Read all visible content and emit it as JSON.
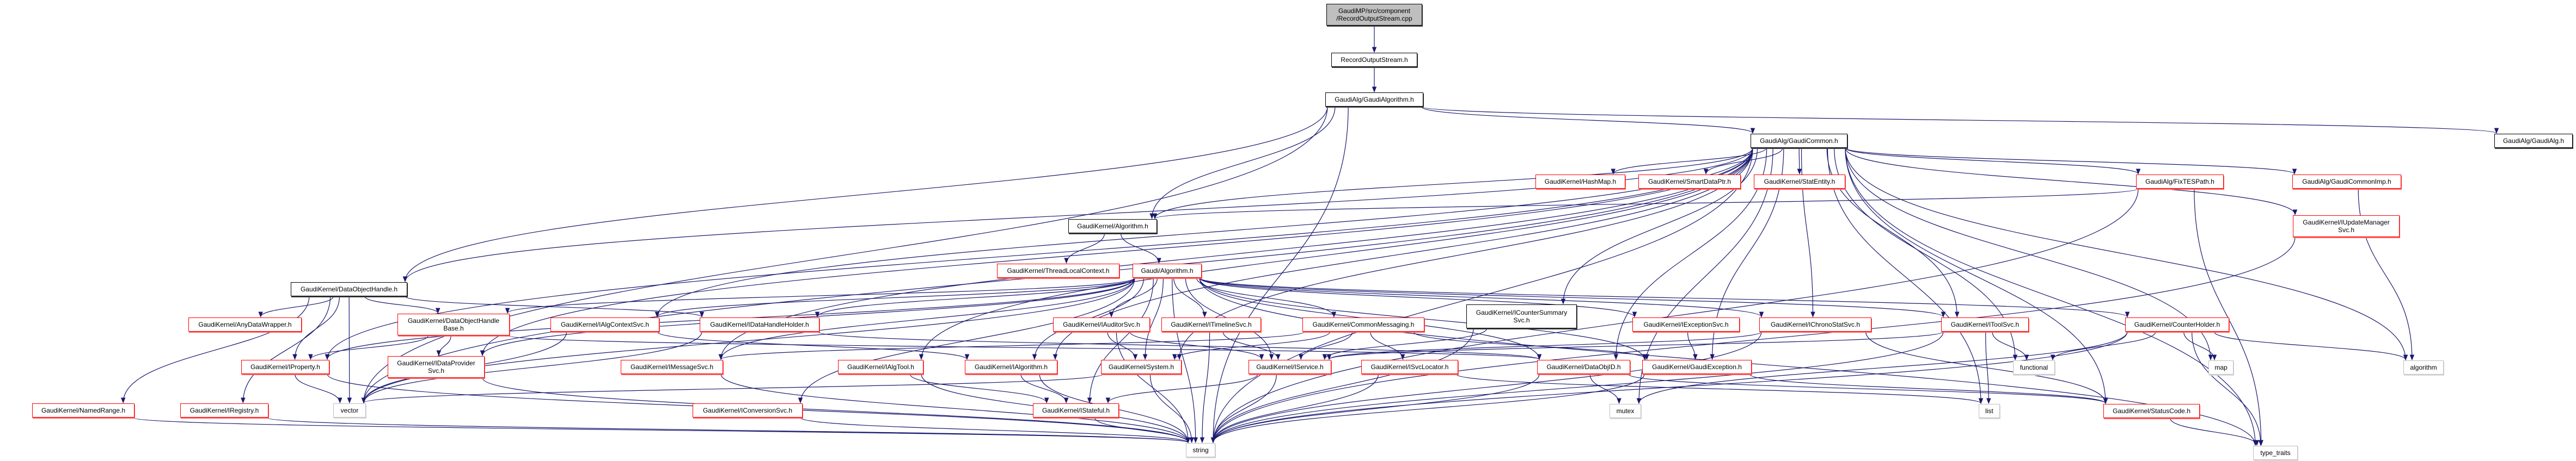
{
  "graph": {
    "title": "Include dependency graph for RecordOutputStream.cpp",
    "edge_color": "#191970",
    "node_style_colors": {
      "root_fill": "#bfbfbf",
      "documented_border": "#000000",
      "undocumented_border": "#ff0000",
      "system_border": "#bfbfbf"
    },
    "nodes": [
      {
        "id": "root",
        "label": "GaudiMP/src/component\n/RecordOutputStream.cpp",
        "style": "root"
      },
      {
        "id": "ros",
        "label": "RecordOutputStream.h",
        "style": "doc"
      },
      {
        "id": "galgo",
        "label": "GaudiAlg/GaudiAlgorithm.h",
        "style": "doc"
      },
      {
        "id": "gcommon",
        "label": "GaudiAlg/GaudiCommon.h",
        "style": "doc"
      },
      {
        "id": "gaudialg",
        "label": "GaudiAlg/GaudiAlg.h",
        "style": "doc"
      },
      {
        "id": "hashmap",
        "label": "GaudiKernel/HashMap.h",
        "style": "red"
      },
      {
        "id": "smartptr",
        "label": "GaudiKernel/SmartDataPtr.h",
        "style": "red"
      },
      {
        "id": "statentity",
        "label": "GaudiKernel/StatEntity.h",
        "style": "red"
      },
      {
        "id": "fixtes",
        "label": "GaudiAlg/FixTESPath.h",
        "style": "red"
      },
      {
        "id": "gcimp",
        "label": "GaudiAlg/GaudiCommonImp.h",
        "style": "red"
      },
      {
        "id": "iupdmgr",
        "label": "GaudiKernel/IUpdateManager\nSvc.h",
        "style": "red"
      },
      {
        "id": "kalgo",
        "label": "GaudiKernel/Algorithm.h",
        "style": "doc"
      },
      {
        "id": "tlc",
        "label": "GaudiKernel/ThreadLocalContext.h",
        "style": "red"
      },
      {
        "id": "galgorithm",
        "label": "Gaudi/Algorithm.h",
        "style": "red"
      },
      {
        "id": "doh",
        "label": "GaudiKernel/DataObjectHandle.h",
        "style": "doc"
      },
      {
        "id": "anydw",
        "label": "GaudiKernel/AnyDataWrapper.h",
        "style": "red"
      },
      {
        "id": "dohb",
        "label": "GaudiKernel/DataObjectHandle\nBase.h",
        "style": "red"
      },
      {
        "id": "iacs",
        "label": "GaudiKernel/IAlgContextSvc.h",
        "style": "red"
      },
      {
        "id": "idhh",
        "label": "GaudiKernel/IDataHandleHolder.h",
        "style": "red"
      },
      {
        "id": "iaud",
        "label": "GaudiKernel/IAuditorSvc.h",
        "style": "red"
      },
      {
        "id": "itl",
        "label": "GaudiKernel/ITimelineSvc.h",
        "style": "red"
      },
      {
        "id": "cmsg",
        "label": "GaudiKernel/CommonMessaging.h",
        "style": "red"
      },
      {
        "id": "icss",
        "label": "GaudiKernel/ICounterSummary\nSvc.h",
        "style": "doc"
      },
      {
        "id": "iexc",
        "label": "GaudiKernel/IExceptionSvc.h",
        "style": "red"
      },
      {
        "id": "ichrono",
        "label": "GaudiKernel/IChronoStatSvc.h",
        "style": "red"
      },
      {
        "id": "itool",
        "label": "GaudiKernel/IToolSvc.h",
        "style": "red"
      },
      {
        "id": "cholder",
        "label": "GaudiKernel/CounterHolder.h",
        "style": "red"
      },
      {
        "id": "iprop",
        "label": "GaudiKernel/IProperty.h",
        "style": "red"
      },
      {
        "id": "idps",
        "label": "GaudiKernel/IDataProvider\nSvc.h",
        "style": "red"
      },
      {
        "id": "imsg",
        "label": "GaudiKernel/IMessageSvc.h",
        "style": "red"
      },
      {
        "id": "ialgtool",
        "label": "GaudiKernel/IAlgTool.h",
        "style": "red"
      },
      {
        "id": "ialgorithm",
        "label": "GaudiKernel/IAlgorithm.h",
        "style": "red"
      },
      {
        "id": "system",
        "label": "GaudiKernel/System.h",
        "style": "red"
      },
      {
        "id": "iservice",
        "label": "GaudiKernel/IService.h",
        "style": "red"
      },
      {
        "id": "isvcloc",
        "label": "GaudiKernel/ISvcLocator.h",
        "style": "red"
      },
      {
        "id": "dataobjid",
        "label": "GaudiKernel/DataObjID.h",
        "style": "red"
      },
      {
        "id": "gexc",
        "label": "GaudiKernel/GaudiException.h",
        "style": "red"
      },
      {
        "id": "functional",
        "label": "functional",
        "style": "sys"
      },
      {
        "id": "map",
        "label": "map",
        "style": "sys"
      },
      {
        "id": "algorithm",
        "label": "algorithm",
        "style": "sys"
      },
      {
        "id": "namedrange",
        "label": "GaudiKernel/NamedRange.h",
        "style": "red"
      },
      {
        "id": "iregistry",
        "label": "GaudiKernel/IRegistry.h",
        "style": "red"
      },
      {
        "id": "vector",
        "label": "vector",
        "style": "sys"
      },
      {
        "id": "iconv",
        "label": "GaudiKernel/IConversionSvc.h",
        "style": "red"
      },
      {
        "id": "istateful",
        "label": "GaudiKernel/IStateful.h",
        "style": "red"
      },
      {
        "id": "mutex",
        "label": "mutex",
        "style": "sys"
      },
      {
        "id": "list",
        "label": "list",
        "style": "sys"
      },
      {
        "id": "statuscode",
        "label": "GaudiKernel/StatusCode.h",
        "style": "red"
      },
      {
        "id": "string",
        "label": "string",
        "style": "sys"
      },
      {
        "id": "typetraits",
        "label": "type_traits",
        "style": "sys"
      }
    ],
    "edges": [
      [
        "root",
        "ros"
      ],
      [
        "ros",
        "galgo"
      ],
      [
        "galgo",
        "gcommon"
      ],
      [
        "galgo",
        "gaudialg"
      ],
      [
        "galgo",
        "kalgo"
      ],
      [
        "galgo",
        "doh"
      ],
      [
        "galgo",
        "vector"
      ],
      [
        "galgo",
        "string"
      ],
      [
        "gcommon",
        "hashmap"
      ],
      [
        "gcommon",
        "smartptr"
      ],
      [
        "gcommon",
        "statentity"
      ],
      [
        "gcommon",
        "fixtes"
      ],
      [
        "gcommon",
        "gcimp"
      ],
      [
        "gcommon",
        "iupdmgr"
      ],
      [
        "gcommon",
        "kalgo"
      ],
      [
        "gcommon",
        "doh"
      ],
      [
        "gcommon",
        "iacs"
      ],
      [
        "gcommon",
        "icss"
      ],
      [
        "gcommon",
        "ichrono"
      ],
      [
        "gcommon",
        "itool"
      ],
      [
        "gcommon",
        "imsg"
      ],
      [
        "gcommon",
        "ialgtool"
      ],
      [
        "gcommon",
        "ialgorithm"
      ],
      [
        "gcommon",
        "system"
      ],
      [
        "gcommon",
        "iprop"
      ],
      [
        "gcommon",
        "dataobjid"
      ],
      [
        "gcommon",
        "gexc"
      ],
      [
        "gcommon",
        "functional"
      ],
      [
        "gcommon",
        "map"
      ],
      [
        "gcommon",
        "algorithm"
      ],
      [
        "gcommon",
        "list"
      ],
      [
        "gcommon",
        "mutex"
      ],
      [
        "gcommon",
        "vector"
      ],
      [
        "gcommon",
        "string"
      ],
      [
        "gcommon",
        "typetraits"
      ],
      [
        "gcommon",
        "statuscode"
      ],
      [
        "gcommon",
        "idps"
      ],
      [
        "fixtes",
        "kalgo"
      ],
      [
        "fixtes",
        "string"
      ],
      [
        "fixtes",
        "typetraits"
      ],
      [
        "gcimp",
        "algorithm"
      ],
      [
        "iupdmgr",
        "string"
      ],
      [
        "kalgo",
        "tlc"
      ],
      [
        "kalgo",
        "galgorithm"
      ],
      [
        "galgorithm",
        "iacs"
      ],
      [
        "galgorithm",
        "idhh"
      ],
      [
        "galgorithm",
        "iaud"
      ],
      [
        "galgorithm",
        "itl"
      ],
      [
        "galgorithm",
        "cmsg"
      ],
      [
        "galgorithm",
        "iexc"
      ],
      [
        "galgorithm",
        "ichrono"
      ],
      [
        "galgorithm",
        "itool"
      ],
      [
        "galgorithm",
        "cholder"
      ],
      [
        "galgorithm",
        "iprop"
      ],
      [
        "galgorithm",
        "idps"
      ],
      [
        "galgorithm",
        "imsg"
      ],
      [
        "galgorithm",
        "ialgorithm"
      ],
      [
        "galgorithm",
        "system"
      ],
      [
        "galgorithm",
        "iservice"
      ],
      [
        "galgorithm",
        "dataobjid"
      ],
      [
        "galgorithm",
        "gexc"
      ],
      [
        "galgorithm",
        "iconv"
      ],
      [
        "galgorithm",
        "istateful"
      ],
      [
        "galgorithm",
        "string"
      ],
      [
        "galgorithm",
        "vector"
      ],
      [
        "galgorithm",
        "typetraits"
      ],
      [
        "galgorithm",
        "dohb"
      ],
      [
        "doh",
        "anydw"
      ],
      [
        "doh",
        "dohb"
      ],
      [
        "doh",
        "idhh"
      ],
      [
        "doh",
        "iprop"
      ],
      [
        "doh",
        "namedrange"
      ],
      [
        "doh",
        "iregistry"
      ],
      [
        "doh",
        "vector"
      ],
      [
        "dohb",
        "iprop"
      ],
      [
        "dohb",
        "idps"
      ],
      [
        "dohb",
        "dataobjid"
      ],
      [
        "iacs",
        "vector"
      ],
      [
        "iacs",
        "ialgorithm"
      ],
      [
        "idhh",
        "vector"
      ],
      [
        "idhh",
        "dataobjid"
      ],
      [
        "iaud",
        "system"
      ],
      [
        "iaud",
        "iservice"
      ],
      [
        "iaud",
        "string"
      ],
      [
        "itl",
        "iservice"
      ],
      [
        "itl",
        "string"
      ],
      [
        "cmsg",
        "iservice"
      ],
      [
        "cmsg",
        "isvcloc"
      ],
      [
        "cmsg",
        "imsg"
      ],
      [
        "cmsg",
        "gexc"
      ],
      [
        "cmsg",
        "system"
      ],
      [
        "icss",
        "iservice"
      ],
      [
        "icss",
        "string"
      ],
      [
        "iexc",
        "gexc"
      ],
      [
        "ichrono",
        "iservice"
      ],
      [
        "ichrono",
        "string"
      ],
      [
        "ichrono",
        "statuscode"
      ],
      [
        "itool",
        "functional"
      ],
      [
        "itool",
        "list"
      ],
      [
        "itool",
        "iservice"
      ],
      [
        "itool",
        "string"
      ],
      [
        "cholder",
        "functional"
      ],
      [
        "cholder",
        "map"
      ],
      [
        "cholder",
        "algorithm"
      ],
      [
        "cholder",
        "mutex"
      ],
      [
        "cholder",
        "string"
      ],
      [
        "cholder",
        "typetraits"
      ],
      [
        "iprop",
        "vector"
      ],
      [
        "iprop",
        "string"
      ],
      [
        "idps",
        "string"
      ],
      [
        "imsg",
        "string"
      ],
      [
        "ialgtool",
        "istateful"
      ],
      [
        "ialgtool",
        "string"
      ],
      [
        "ialgorithm",
        "istateful"
      ],
      [
        "ialgorithm",
        "string"
      ],
      [
        "system",
        "vector"
      ],
      [
        "system",
        "string"
      ],
      [
        "iservice",
        "istateful"
      ],
      [
        "iservice",
        "string"
      ],
      [
        "isvcloc",
        "list"
      ],
      [
        "isvcloc",
        "string"
      ],
      [
        "dataobjid",
        "mutex"
      ],
      [
        "dataobjid",
        "string"
      ],
      [
        "dataobjid",
        "statuscode"
      ],
      [
        "gexc",
        "statuscode"
      ],
      [
        "gexc",
        "string"
      ],
      [
        "statuscode",
        "typetraits"
      ],
      [
        "namedrange",
        "string"
      ],
      [
        "iregistry",
        "string"
      ],
      [
        "iconv",
        "string"
      ],
      [
        "istateful",
        "string"
      ]
    ]
  }
}
